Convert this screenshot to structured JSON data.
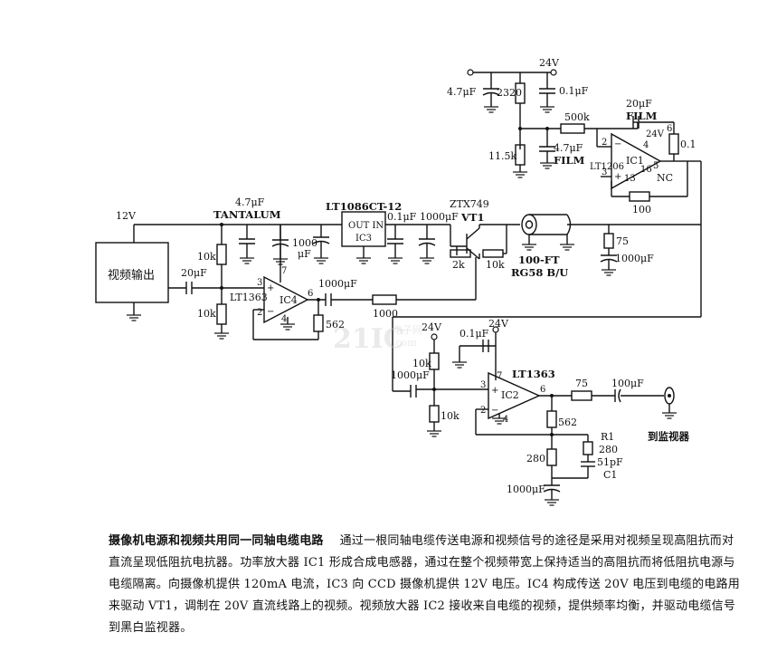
{
  "labels": {
    "supply_top": "24V",
    "c_47u_top": "4.7μF",
    "r_2320": "2320",
    "c_01u_top": "0.1μF",
    "r_500k": "500k",
    "c_20u_film": "20μF",
    "film": "FILM",
    "r_115k": "11.5k",
    "c_47u_film": "4.7μF",
    "film2": "FILM",
    "ic1": "IC1",
    "ic1_part": "LT1206",
    "ic1_24v": "24V",
    "r_01": "0.1",
    "nc": "NC",
    "r_100": "100",
    "pin_2": "2",
    "pin_3": "3",
    "pin_4": "4",
    "pin_5": "5",
    "pin_6": "6",
    "pin_13": "13",
    "pin_16": "16",
    "v12": "12V",
    "c_tantalum_val": "4.7μF",
    "tantalum": "TANTALUM",
    "ic3_part": "LT1086CT-12",
    "ic3_out_in": "OUT IN",
    "ic3": "IC3",
    "c_01u_mid": "0.1μF",
    "c_1000u_a": "1000",
    "c_1000u_a_unit": "μF",
    "c_1000u_b": "1000μF",
    "vt1_part": "ZTX749",
    "vt1": "VT1",
    "r_2k": "2k",
    "r_10k_vt": "10k",
    "cable_len": "100-FT",
    "cable_type": "RG58 B/U",
    "r_75_top": "75",
    "c_1000u_c": "1000μF",
    "video_out": "视频输出",
    "r_10k_a": "10k",
    "r_10k_b": "10k",
    "c_20u_in": "20μF",
    "ic4_part": "LT1363",
    "ic4": "IC4",
    "pin4_3": "3",
    "pin4_2": "2",
    "pin4_4": "4",
    "pin4_6": "6",
    "pin4_7": "7",
    "c_1000u_d": "1000μF",
    "r_1000": "1000",
    "r_562_a": "562",
    "watermark": "21IC",
    "watermark_cn": "电子网",
    "watermark_url": ".com",
    "v24_ic2": "24V",
    "v24_top_ic2": "24V",
    "c_01u_ic2": "0.1μF",
    "r_10k_ic2": "10k",
    "c_1000u_e": "1000μF",
    "r_10k_ic2b": "10k",
    "ic2_part": "LT1363",
    "ic2": "IC2",
    "pin2_7": "7",
    "pin2_3": "3",
    "pin2_2": "2",
    "pin2_6": "6",
    "pin2_4": "4",
    "r_75_out": "75",
    "c_100u": "100μF",
    "r_562_b": "562",
    "r1": "R1",
    "r1_val": "280",
    "r_280": "280",
    "c1_val": "51pF",
    "c1": "C1",
    "c_1000u_f": "1000μF",
    "monitor": "到监视器"
  },
  "caption": {
    "title": "摄像机电源和视频共用同一同轴电缆电路",
    "body": "通过一根同轴电缆传送电源和视频信号的途径是采用对视频呈现高阻抗而对直流呈现低阻抗电抗器。功率放大器 IC1 形成合成电感器，通过在整个视频带宽上保持适当的高阻抗而将低阻抗电源与电缆隔离。向摄像机提供 120mA 电流，IC3 向 CCD 摄像机提供 12V 电压。IC4 构成传送 20V 电压到电缆的电路用来驱动 VT1，调制在 20V 直流线路上的视频。视频放大器 IC2 接收来自电缆的视频，提供频率均衡，并驱动电缆信号到黑白监视器。"
  },
  "colors": {
    "ink": "#111111",
    "watermark": "#d8d8d8"
  }
}
